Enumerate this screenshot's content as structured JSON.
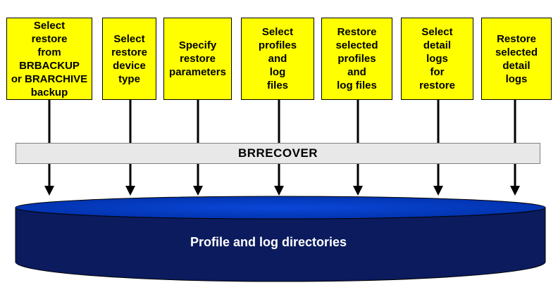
{
  "steps": [
    {
      "label": "Select\nrestore\nfrom\nBRBACKUP\nor BRARCHIVE\nbackup"
    },
    {
      "label": "Select\nrestore\ndevice\ntype"
    },
    {
      "label": "Specify\nrestore\nparameters"
    },
    {
      "label": "Select\nprofiles\nand\nlog\nfiles"
    },
    {
      "label": "Restore\nselected\nprofiles\nand\nlog files"
    },
    {
      "label": "Select\ndetail\nlogs\nfor\nrestore"
    },
    {
      "label": "Restore\nselected\ndetail\nlogs"
    }
  ],
  "tool": {
    "label": "BRRECOVER"
  },
  "database": {
    "label": "Profile and log directories"
  },
  "colors": {
    "step_fill": "#ffff00",
    "tool_fill": "#e8e8e8",
    "db_top": "#0033b3",
    "db_body": "#0b1b5e",
    "arrow": "#000000"
  }
}
